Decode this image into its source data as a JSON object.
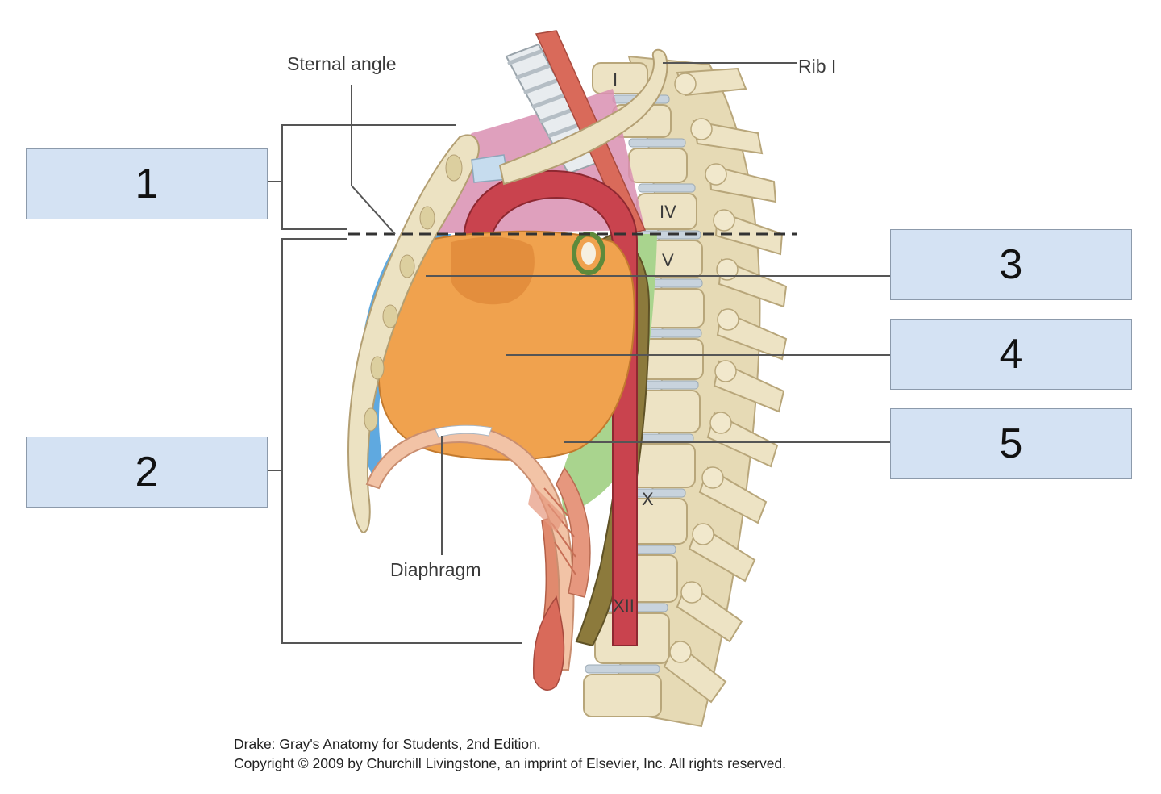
{
  "labels": {
    "sternal_angle": "Sternal angle",
    "rib_one": "Rib I",
    "diaphragm": "Diaphragm"
  },
  "vertebra_labels": {
    "first": "I",
    "fourth": "IV",
    "fifth": "V",
    "tenth": "X",
    "twelfth": "XII"
  },
  "answer_boxes": {
    "box_1": "1",
    "box_2": "2",
    "box_3": "3",
    "box_4": "4",
    "box_5": "5"
  },
  "caption": {
    "line_1": "Drake: Gray's Anatomy for Students, 2nd Edition.",
    "line_2": "Copyright © 2009 by Churchill Livingstone, an imprint of Elsevier, Inc. All rights reserved."
  },
  "colors": {
    "answer_box_fill": "#d4e2f3",
    "bone": "#ece2c2",
    "heart": "#f0a24e",
    "aorta": "#c9434e",
    "esophagus": "#8c7a3c",
    "superior_mediastinum": "#d98fb1",
    "anterior_mediastinum": "#5fa9e0",
    "posterior_mediastinum": "#a9d48e"
  }
}
